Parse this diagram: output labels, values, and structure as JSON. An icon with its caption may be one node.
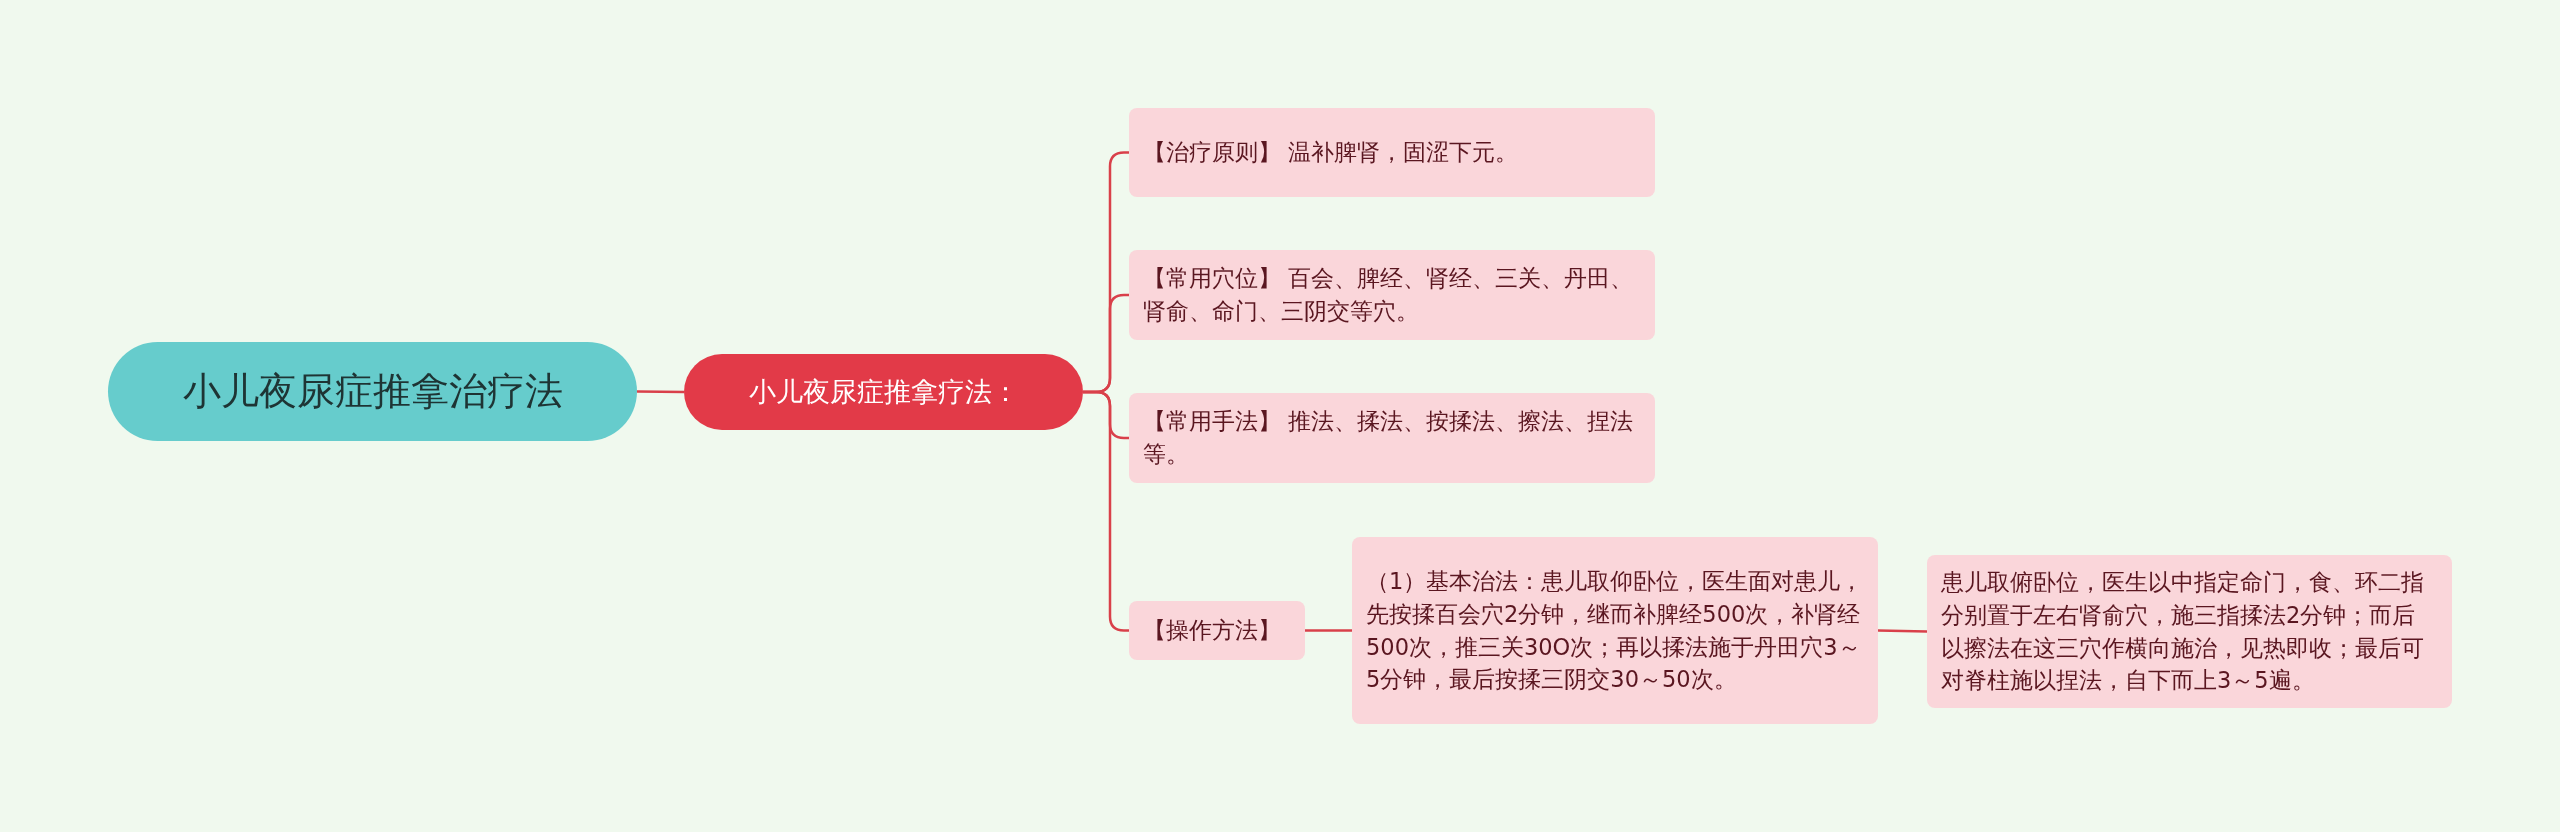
{
  "diagram": {
    "nodes": [
      {
        "text": [
          "小儿夜尿症推拿治疗法"
        ]
      },
      {
        "text": [
          "小儿夜尿症推拿疗法："
        ]
      },
      {
        "text": [
          "【治疗原则】 温补脾肾，固涩下元。"
        ]
      },
      {
        "text": [
          "【常用穴位】 百会、脾经、肾经、三关、丹田、肾俞、命门、三阴交等穴。"
        ]
      },
      {
        "text": [
          "【常用手法】 推法、揉法、按揉法、擦法、捏法等。"
        ]
      },
      {
        "text": [
          "【操作方法】"
        ]
      },
      {
        "text": [
          "（1）基本治法：患儿取仰卧位，医生面对患儿，先按揉百会穴2分钟，继而补脾经500次，补肾经500次，推三关30O次；再以揉法施于丹田穴3～5分钟，最后按揉三阴交30～50次。"
        ]
      },
      {
        "text": [
          "患儿取俯卧位，医生以中指定命门，食、环二指分别置于左右肾俞穴，施三指揉法2分钟；而后以擦法在这三穴作横向施治，见热即收；最后可对脊柱施以捏法，自下而上3～5遍。"
        ]
      }
    ],
    "edges": [
      {
        "from": 0,
        "to": 1,
        "arrow": "none"
      },
      {
        "from": 1,
        "to": 2,
        "arrow": "none"
      },
      {
        "from": 1,
        "to": 3,
        "arrow": "none"
      },
      {
        "from": 1,
        "to": 4,
        "arrow": "none"
      },
      {
        "from": 1,
        "to": 5,
        "arrow": "none"
      },
      {
        "from": 5,
        "to": 6,
        "arrow": "none"
      },
      {
        "from": 6,
        "to": 7,
        "arrow": "none"
      }
    ]
  }
}
